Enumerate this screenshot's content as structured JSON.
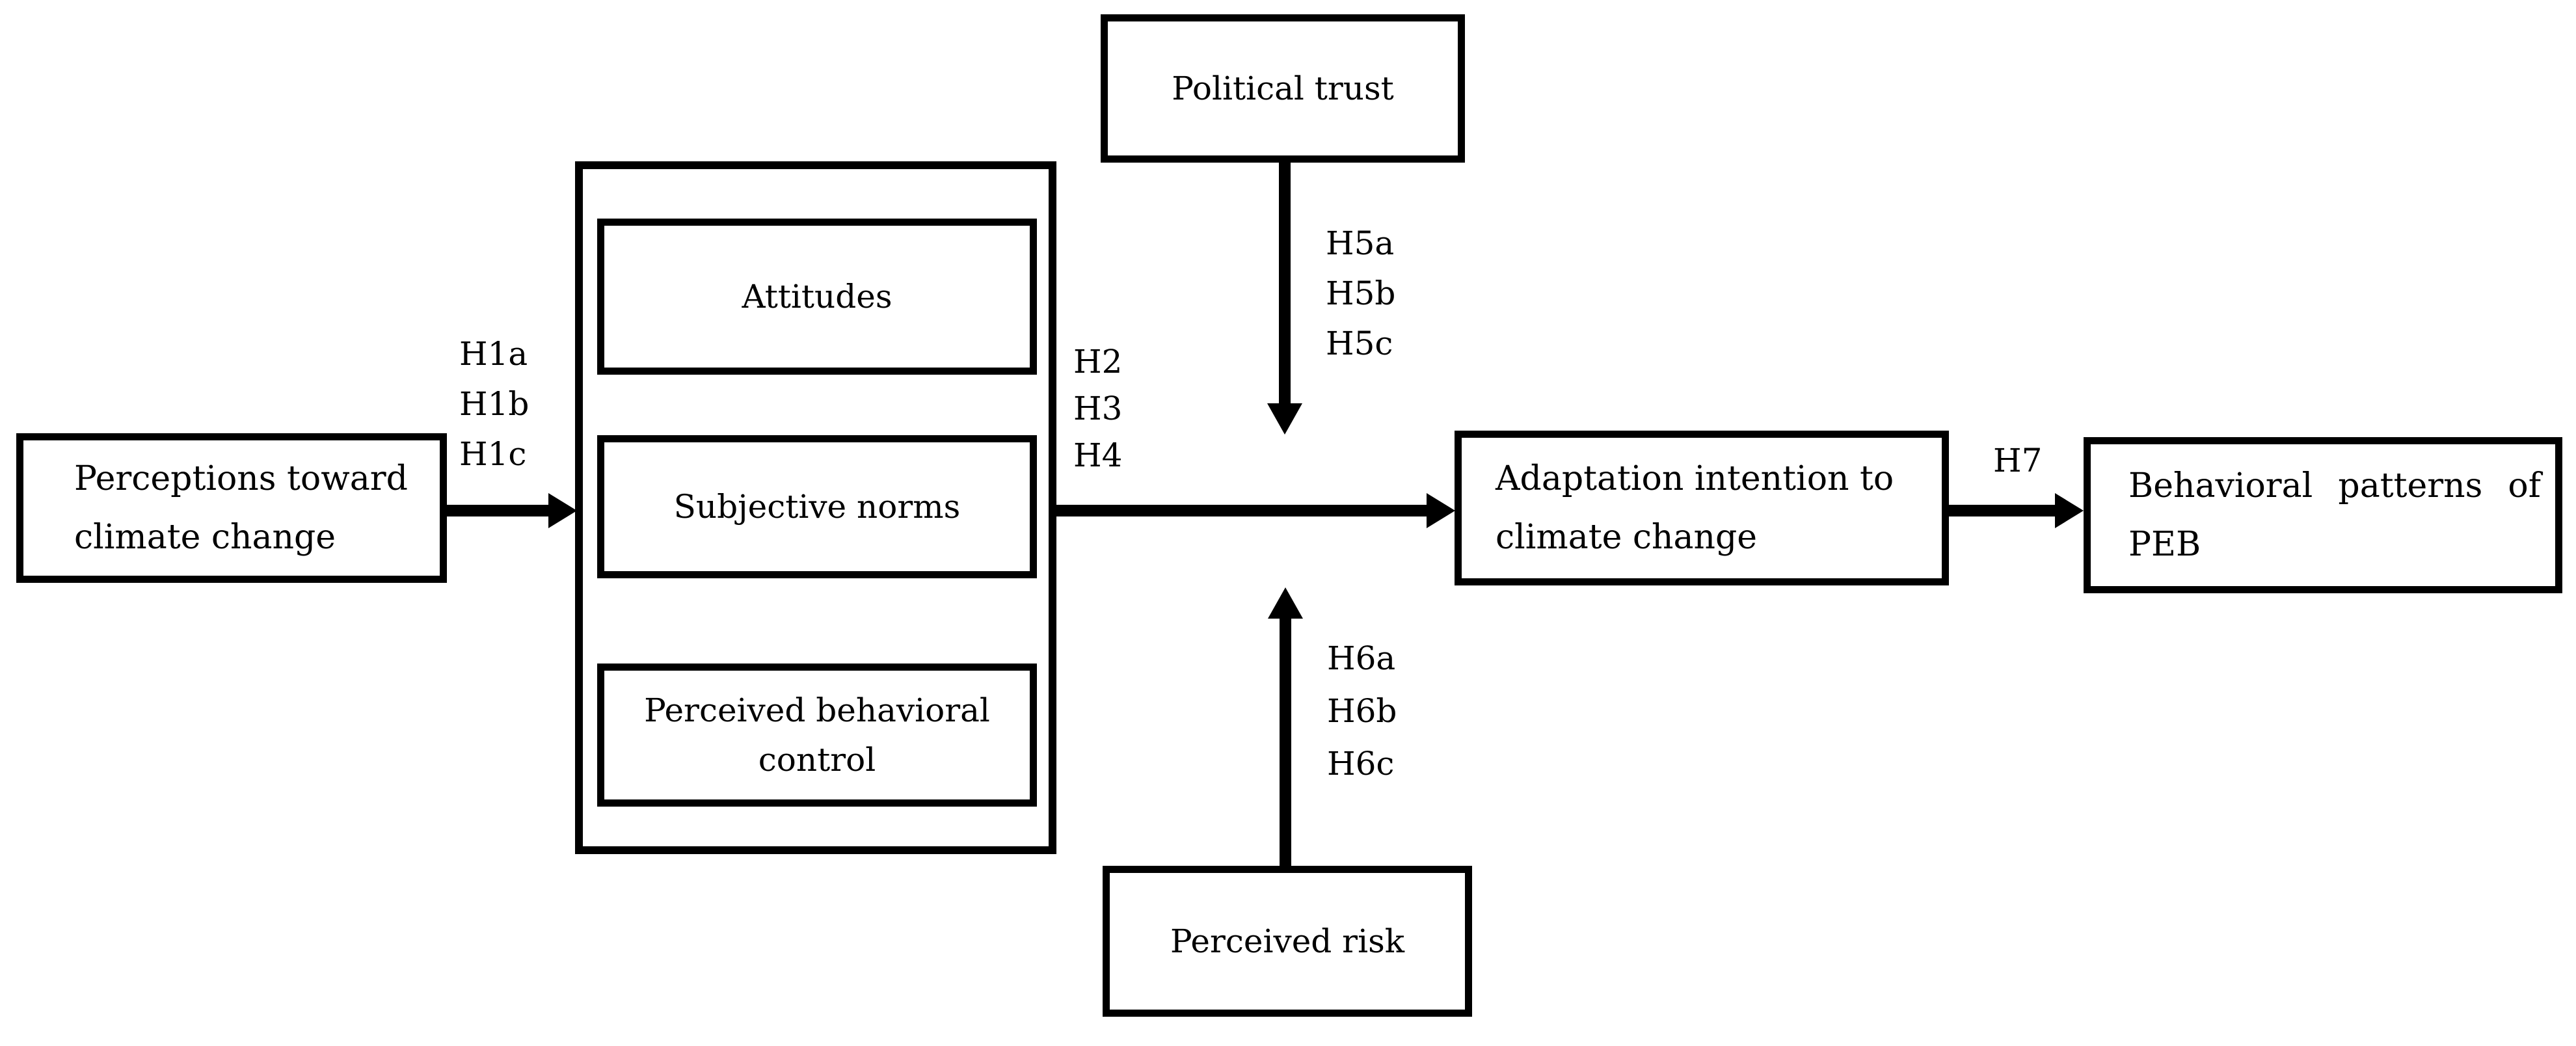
{
  "figure": {
    "background_color": "#ffffff",
    "line_color": "#000000",
    "boxes": {
      "perceptions": {
        "label": "Perceptions toward climate change"
      },
      "attitudes": {
        "label": "Attitudes"
      },
      "subjective_norms": {
        "label": "Subjective norms"
      },
      "perceived_behavioral_control": {
        "label": "Perceived behavioral control"
      },
      "political_trust": {
        "label": "Political trust"
      },
      "perceived_risk": {
        "label": "Perceived risk"
      },
      "adaptation_intention": {
        "label": "Adaptation intention to climate change"
      },
      "behavioral_patterns": {
        "label": "Behavioral patterns of PEB"
      }
    },
    "hypothesis_labels": {
      "h1": [
        "H1a",
        "H1b",
        "H1c"
      ],
      "h2_h3_h4": [
        "H2",
        "H3",
        "H4"
      ],
      "h5": [
        "H5a",
        "H5b",
        "H5c"
      ],
      "h6": [
        "H6a",
        "H6b",
        "H6c"
      ],
      "h7": "H7"
    }
  }
}
